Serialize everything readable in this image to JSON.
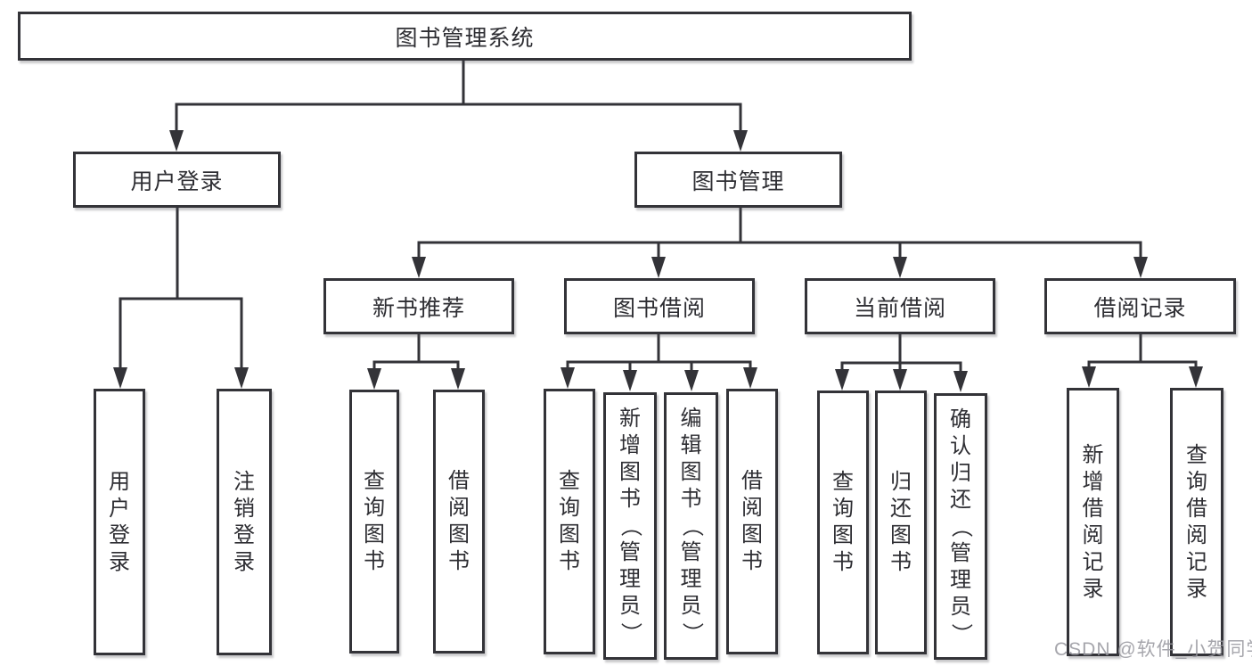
{
  "tree": {
    "root": {
      "label": "图书管理系统"
    },
    "branches": [
      {
        "label": "用户登录",
        "children": [
          {
            "label": "用户登录"
          },
          {
            "label": "注销登录"
          }
        ]
      },
      {
        "label": "图书管理",
        "children": [
          {
            "label": "新书推荐",
            "children": [
              {
                "label": "查询图书"
              },
              {
                "label": "借阅图书"
              }
            ]
          },
          {
            "label": "图书借阅",
            "children": [
              {
                "label": "查询图书"
              },
              {
                "label": "新增图书（管理员）"
              },
              {
                "label": "编辑图书（管理员）"
              },
              {
                "label": "借阅图书"
              }
            ]
          },
          {
            "label": "当前借阅",
            "children": [
              {
                "label": "查询图书"
              },
              {
                "label": "归还图书"
              },
              {
                "label": "确认归还（管理员）"
              }
            ]
          },
          {
            "label": "借阅记录",
            "children": [
              {
                "label": "新增借阅记录"
              },
              {
                "label": "查询借阅记录"
              }
            ]
          }
        ]
      }
    ]
  },
  "watermark": "CSDN @软件_小贺同学",
  "colors": {
    "line": "#333338",
    "text": "#2e2e33",
    "box_bg": "#ffffff",
    "watermark": "#9696 9e"
  }
}
